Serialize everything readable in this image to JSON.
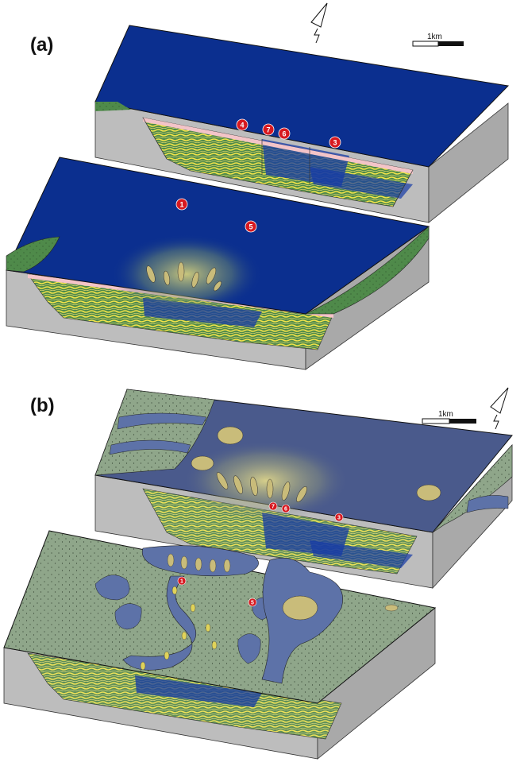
{
  "panels": [
    {
      "label": "(a)",
      "scale_label": "1km",
      "markers": [
        "4",
        "7",
        "6",
        "3",
        "1",
        "5"
      ]
    },
    {
      "label": "(b)",
      "scale_label": "1km",
      "markers": [
        "7",
        "6",
        "3",
        "1",
        "5"
      ]
    }
  ],
  "colors": {
    "deep_blue": "#0b2f8f",
    "dark_blue_b": "#4a5a8c",
    "channel_blue": "#5d72a8",
    "land_green": "#8fa68a",
    "land_green_a": "#4f8a4a",
    "side_gray": "#bdbdbd",
    "sand_yellow": "#e0d35a",
    "lobe_tan": "#c9bc7a",
    "marker_red": "#d71920",
    "pink_layer": "#f3c4c8"
  }
}
